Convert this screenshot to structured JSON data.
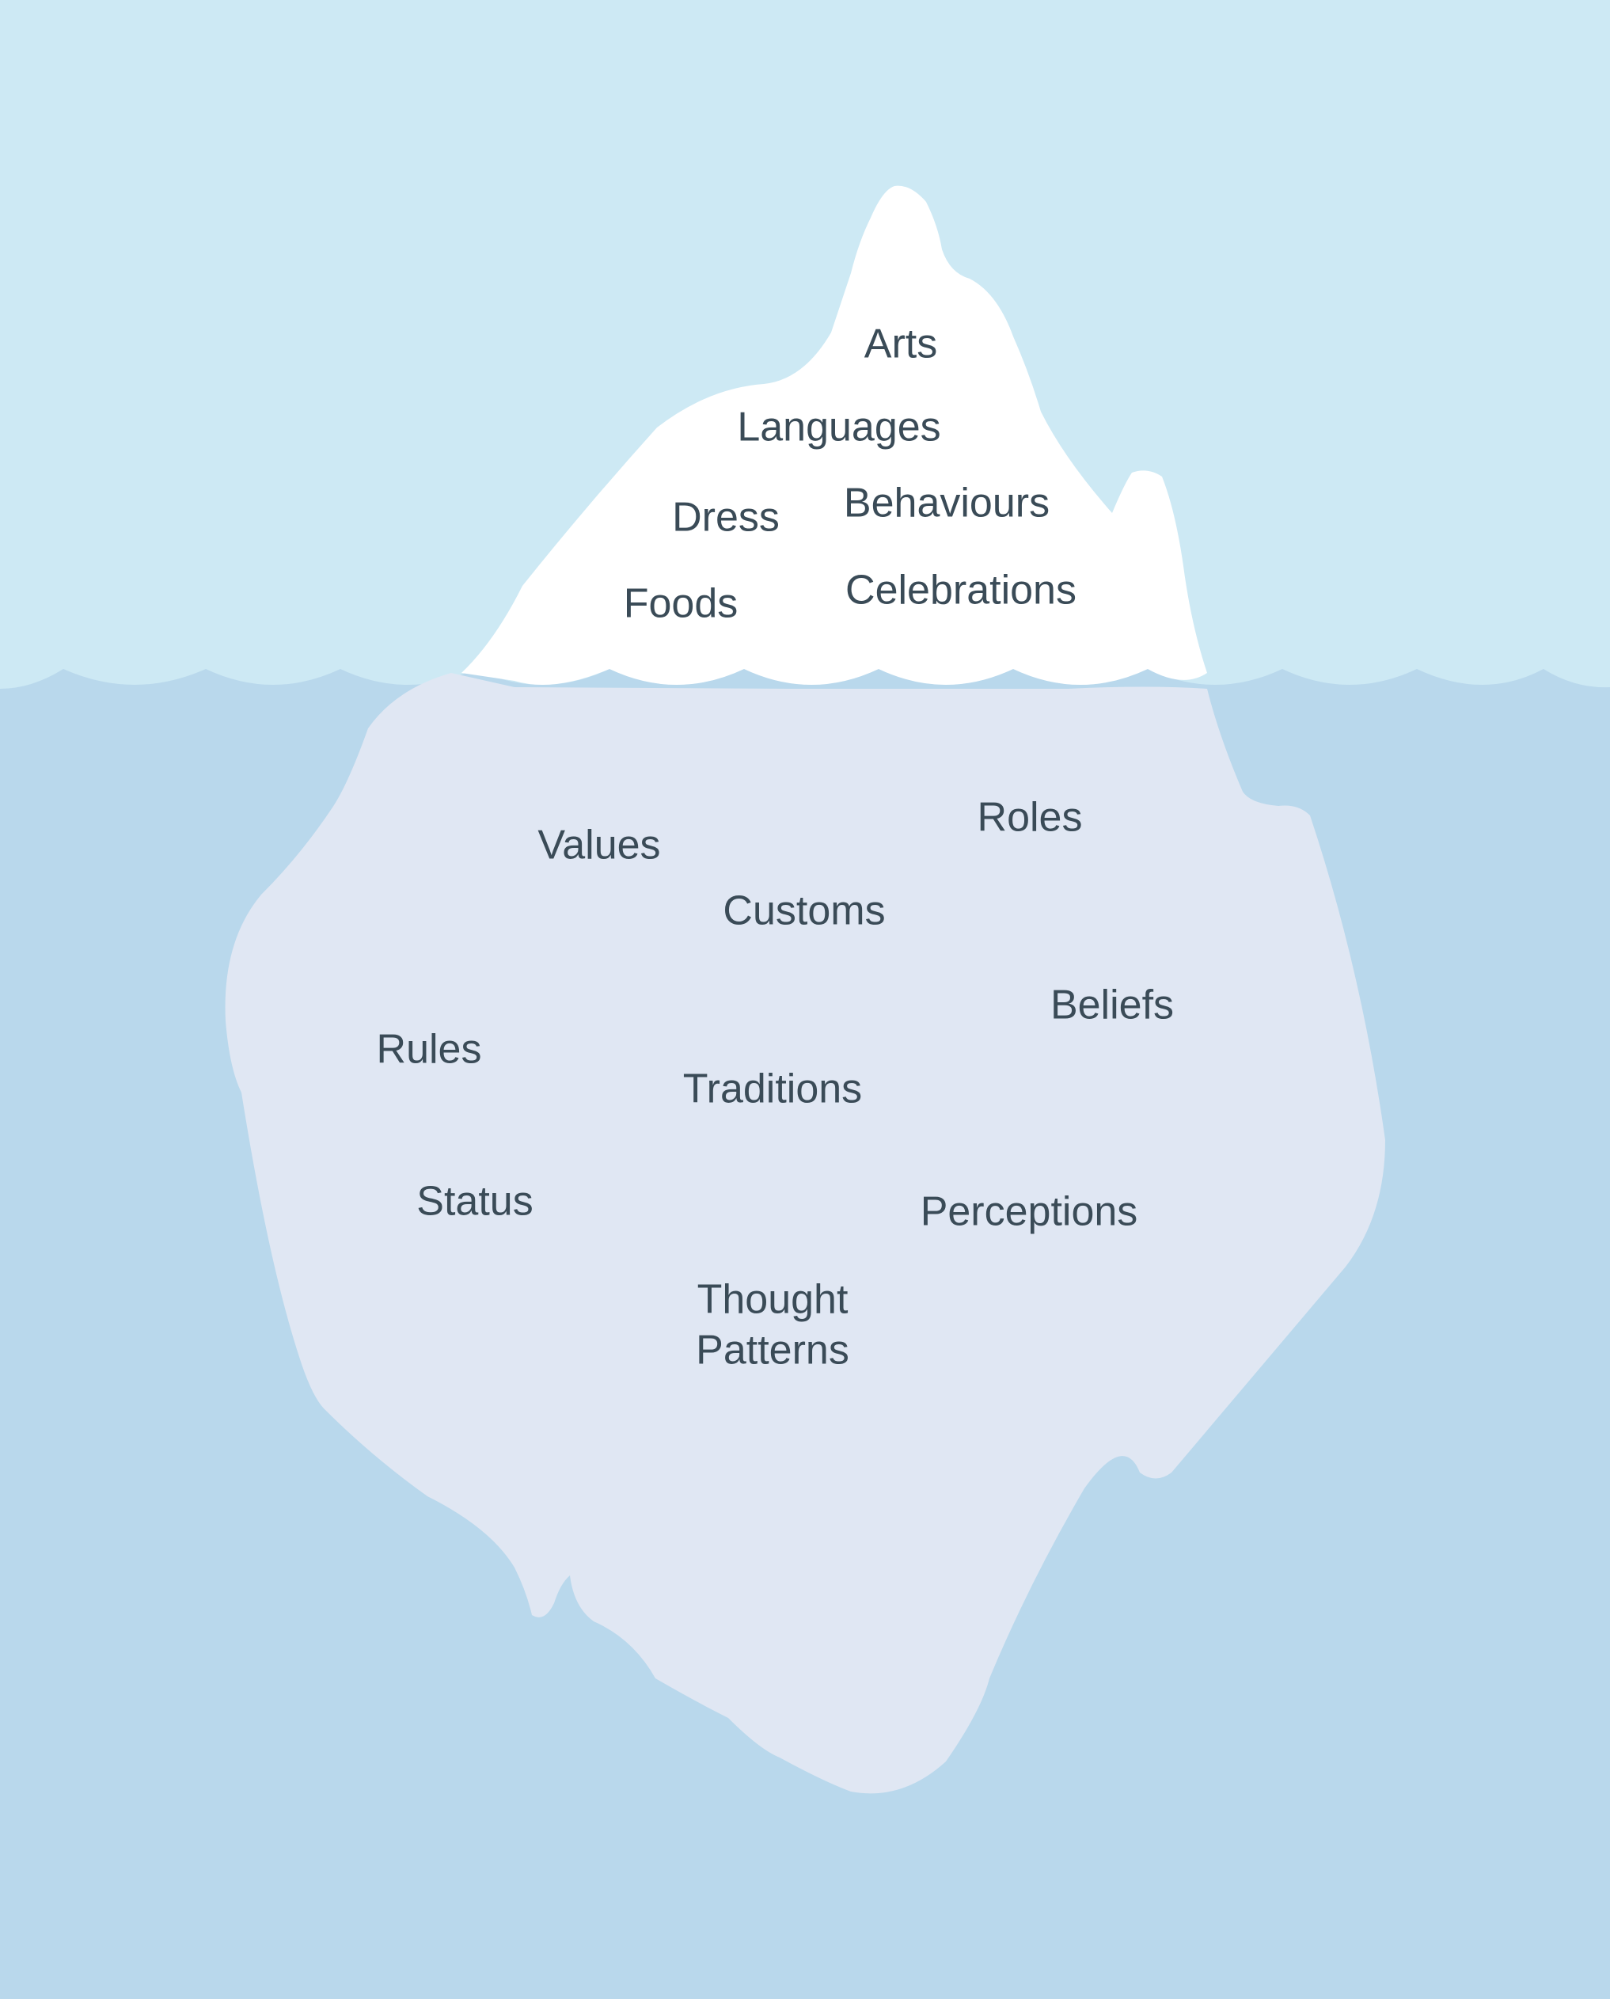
{
  "colors": {
    "sky": "#cde9f4",
    "sea": "#b9d8ec",
    "ice_above": "#ffffff",
    "ice_below": "#e0e7f3",
    "text": "#3a4b57"
  },
  "above_water": {
    "items": [
      {
        "label": "Arts"
      },
      {
        "label": "Languages"
      },
      {
        "label": "Dress"
      },
      {
        "label": "Behaviours"
      },
      {
        "label": "Foods"
      },
      {
        "label": "Celebrations"
      }
    ]
  },
  "below_water": {
    "items": [
      {
        "label": "Values"
      },
      {
        "label": "Roles"
      },
      {
        "label": "Customs"
      },
      {
        "label": "Beliefs"
      },
      {
        "label": "Rules"
      },
      {
        "label": "Traditions"
      },
      {
        "label": "Status"
      },
      {
        "label": "Perceptions"
      },
      {
        "label": "Thought"
      },
      {
        "label": "Patterns"
      }
    ]
  }
}
